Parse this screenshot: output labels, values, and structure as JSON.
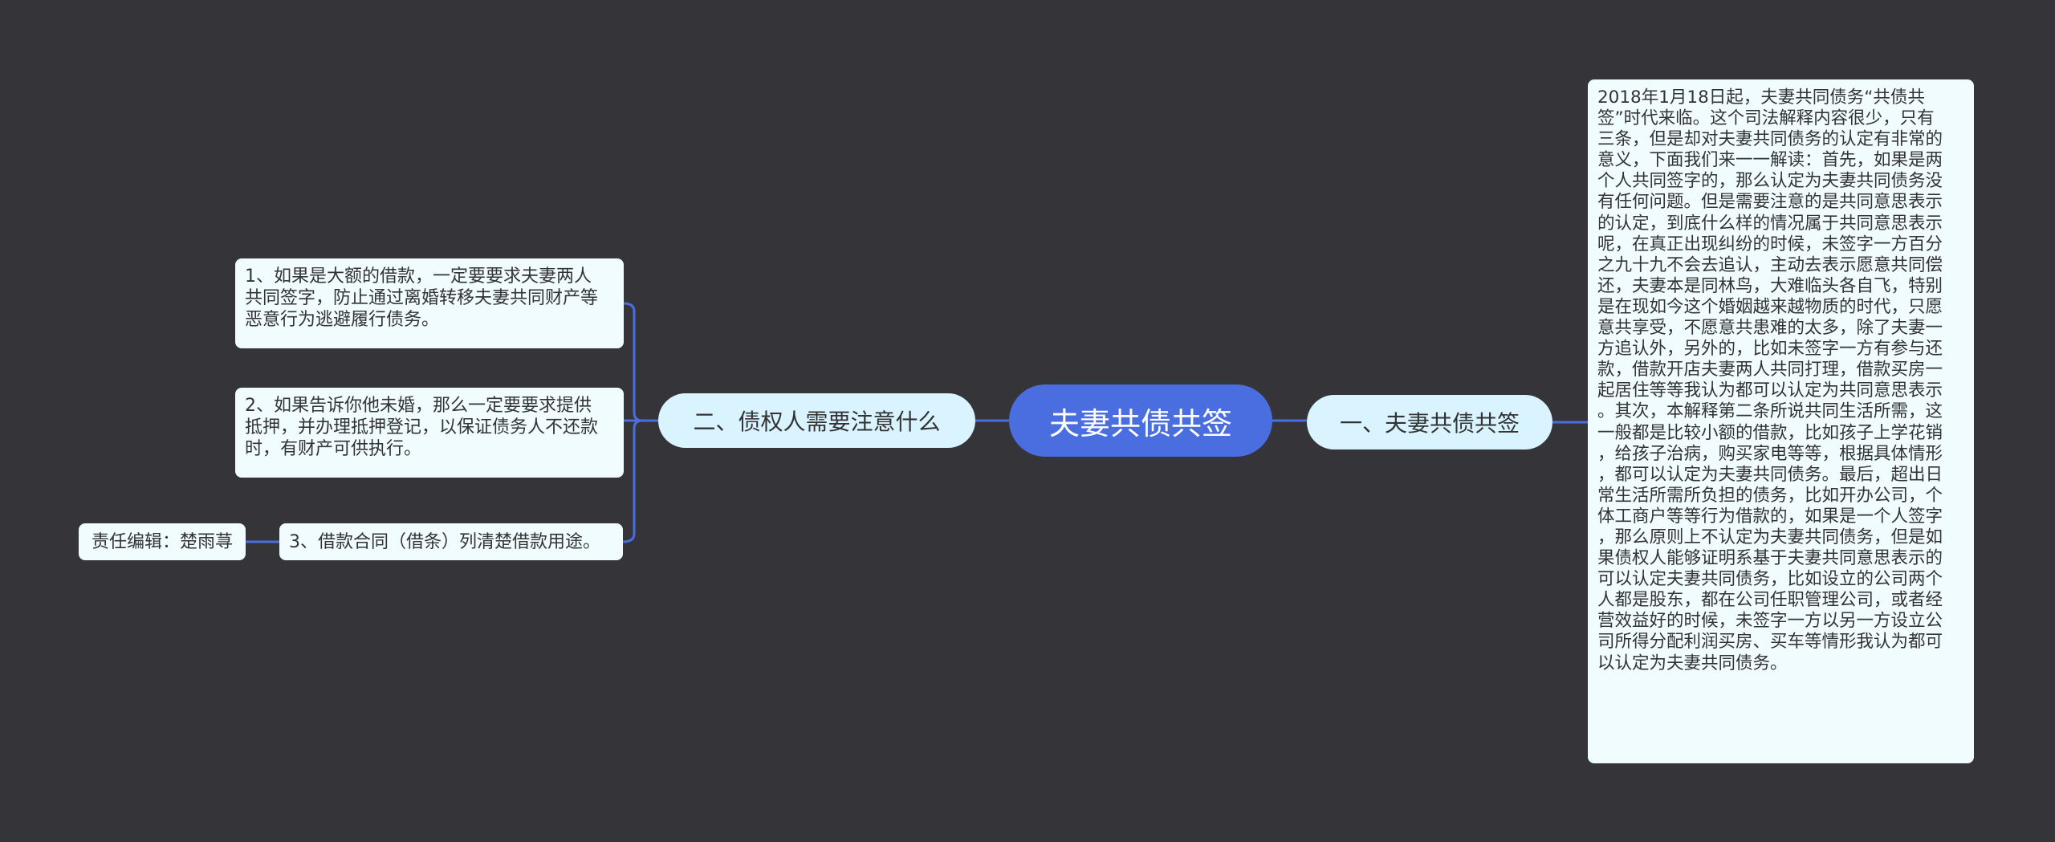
{
  "root": {
    "label": "夫妻共债共签"
  },
  "branches": {
    "left": {
      "label": "二、债权人需要注意什么",
      "children": [
        "1、如果是大额的借款，一定要要求夫妻两人\n共同签字，防止通过离婚转移夫妻共同财产等\n恶意行为逃避履行债务。",
        "2、如果告诉你他未婚，那么一定要要求提供\n抵押，并办理抵押登记，以保证债务人不还款\n时，有财产可供执行。",
        "3、借款合同（借条）列清楚借款用途。"
      ],
      "editor": "责任编辑：楚雨荨"
    },
    "right": {
      "label": "一、夫妻共债共签",
      "detail": "2018年1月18日起，夫妻共同债务“共债共\n签”时代来临。这个司法解释内容很少，只有\n三条，但是却对夫妻共同债务的认定有非常的\n意义，下面我们来一一解读：首先，如果是两\n个人共同签字的，那么认定为夫妻共同债务没\n有任何问题。但是需要注意的是共同意思表示\n的认定，到底什么样的情况属于共同意思表示\n呢，在真正出现纠纷的时候，未签字一方百分\n之九十九不会去追认，主动去表示愿意共同偿\n还，夫妻本是同林鸟，大难临头各自飞，特别\n是在现如今这个婚姻越来越物质的时代，只愿\n意共享受，不愿意共患难的太多，除了夫妻一\n方追认外，另外的，比如未签字一方有参与还\n款，借款开店夫妻两人共同打理，借款买房一\n起居住等等我认为都可以认定为共同意思表示\n。其次，本解释第二条所说共同生活所需，这\n一般都是比较小额的借款，比如孩子上学花销\n，给孩子治病，购买家电等等，根据具体情形\n，都可以认定为夫妻共同债务。最后，超出日\n常生活所需所负担的债务，比如开办公司，个\n体工商户等等行为借款的，如果是一个人签字\n，那么原则上不认定为夫妻共同债务，但是如\n果债权人能够证明系基于夫妻共同意思表示的\n可以认定夫妻共同债务，比如设立的公司两个\n人都是股东，都在公司任职管理公司，或者经\n营效益好的时候，未签字一方以另一方设立公\n司所得分配利润买房、买车等情形我认为都可\n以认定为夫妻共同债务。"
    }
  },
  "colors": {
    "background": "#353438",
    "root": "#4a6ee0",
    "branch": "#d9f3ff",
    "leaf": "#f0fcff",
    "connector": "#4a6ee0"
  }
}
